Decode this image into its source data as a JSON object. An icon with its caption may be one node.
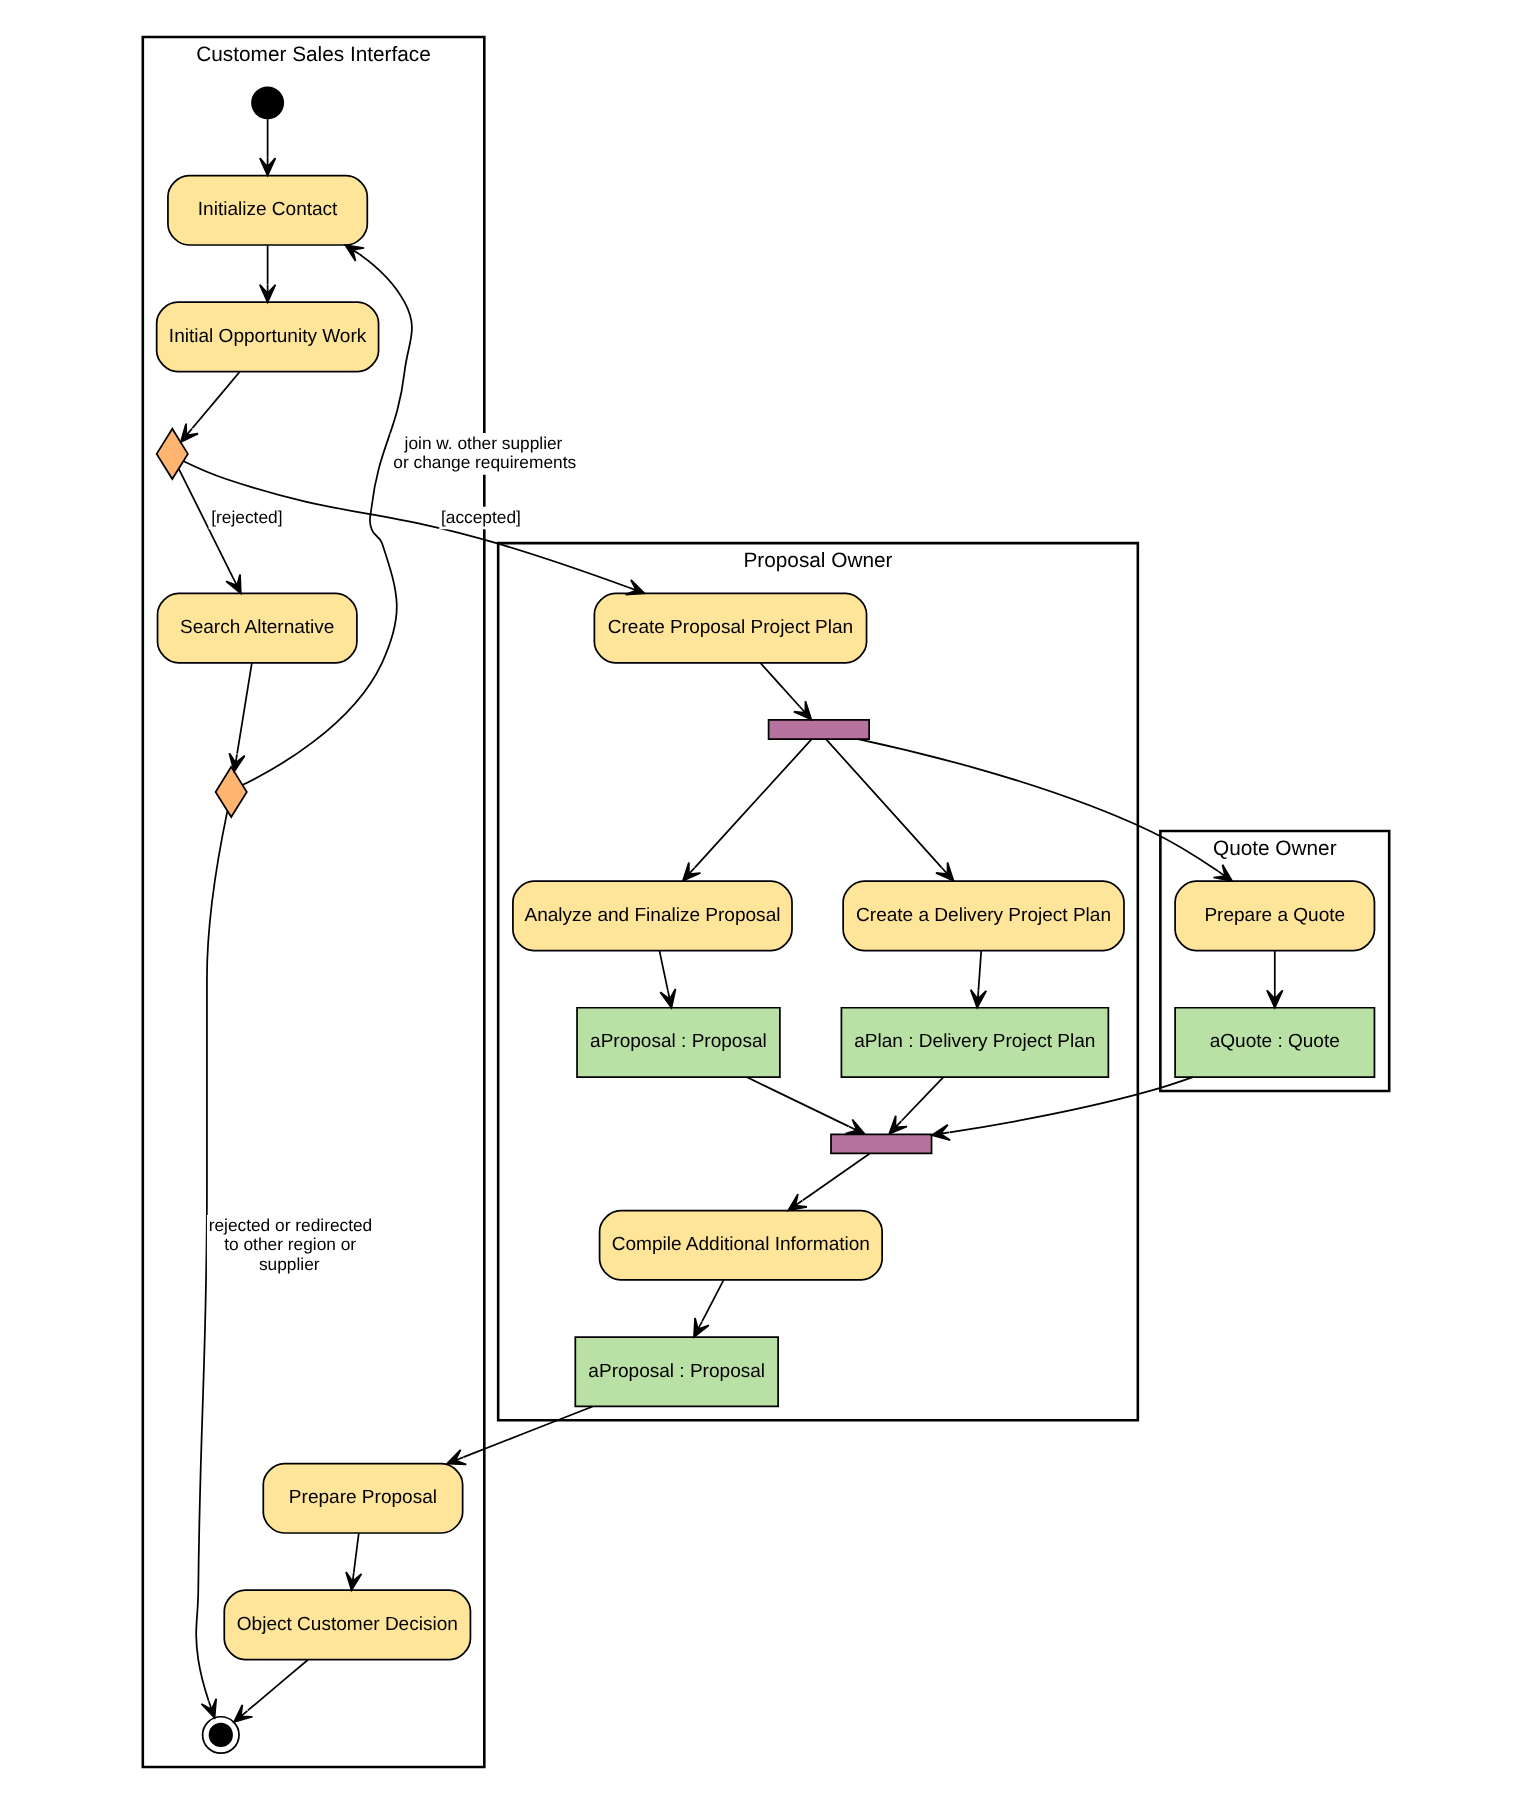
{
  "diagram": {
    "nodes": [
      {
        "text": [
          "Customer Sales Interface"
        ]
      },
      {
        "text": [
          "Proposal Owner"
        ]
      },
      {
        "text": [
          "Quote Owner"
        ]
      },
      {
        "text": [],
        "shape": "circle",
        "in": 0
      },
      {
        "text": [
          "Initialize Contact"
        ],
        "in": 0
      },
      {
        "text": [
          "Initial Opportunity Work"
        ],
        "in": 0
      },
      {
        "text": [],
        "shape": "diamond",
        "in": 0
      },
      {
        "text": [
          "Search Alternative"
        ],
        "in": 0
      },
      {
        "text": [],
        "shape": "diamond",
        "in": 0
      },
      {
        "text": [
          "Prepare Proposal"
        ],
        "in": 0
      },
      {
        "text": [
          "Object Customer Decision"
        ],
        "in": 0
      },
      {
        "text": [],
        "shape": "circle",
        "in": 0
      },
      {
        "text": [
          "Create Proposal Project Plan"
        ],
        "in": 1
      },
      {
        "text": [],
        "shape": "bar",
        "in": 1
      },
      {
        "text": [
          "Analyze and Finalize Proposal"
        ],
        "in": 1
      },
      {
        "text": [
          "Create a Delivery Project Plan"
        ],
        "in": 1
      },
      {
        "text": [
          "aProposal : Proposal"
        ],
        "in": 1
      },
      {
        "text": [
          "aPlan : Delivery Project Plan"
        ],
        "in": 1
      },
      {
        "text": [],
        "shape": "bar",
        "in": 1
      },
      {
        "text": [
          "Compile Additional Information"
        ],
        "in": 1
      },
      {
        "text": [
          "aProposal : Proposal"
        ],
        "in": 1
      },
      {
        "text": [
          "Prepare a Quote"
        ],
        "in": 2
      },
      {
        "text": [
          "aQuote : Quote"
        ],
        "in": 2
      }
    ],
    "edges": [
      {
        "from": 3,
        "to": 4,
        "arrow": "to"
      },
      {
        "from": 4,
        "to": 5,
        "arrow": "to"
      },
      {
        "from": 5,
        "to": 6,
        "arrow": "to"
      },
      {
        "from": 6,
        "to": 12,
        "arrow": "to",
        "label": "[accepted]"
      },
      {
        "from": 6,
        "to": 7,
        "arrow": "to",
        "label": "[rejected]"
      },
      {
        "from": 7,
        "to": 8,
        "arrow": "to"
      },
      {
        "from": 8,
        "to": 4,
        "arrow": "to",
        "label": "join w. other supplier or change requirements"
      },
      {
        "from": 8,
        "to": 11,
        "arrow": "to",
        "label": "rejected or redirected to other region or supplier"
      },
      {
        "from": 12,
        "to": 13,
        "arrow": "to"
      },
      {
        "from": 13,
        "to": 14,
        "arrow": "to"
      },
      {
        "from": 13,
        "to": 15,
        "arrow": "to"
      },
      {
        "from": 13,
        "to": 21,
        "arrow": "to"
      },
      {
        "from": 14,
        "to": 16,
        "arrow": "to"
      },
      {
        "from": 15,
        "to": 17,
        "arrow": "to"
      },
      {
        "from": 21,
        "to": 22,
        "arrow": "to"
      },
      {
        "from": 16,
        "to": 18,
        "arrow": "to"
      },
      {
        "from": 17,
        "to": 18,
        "arrow": "to"
      },
      {
        "from": 22,
        "to": 18,
        "arrow": "to"
      },
      {
        "from": 18,
        "to": 19,
        "arrow": "to"
      },
      {
        "from": 19,
        "to": 20,
        "arrow": "to"
      },
      {
        "from": 20,
        "to": 9,
        "arrow": "to"
      },
      {
        "from": 9,
        "to": 10,
        "arrow": "to"
      },
      {
        "from": 10,
        "to": 11,
        "arrow": "to"
      }
    ]
  }
}
